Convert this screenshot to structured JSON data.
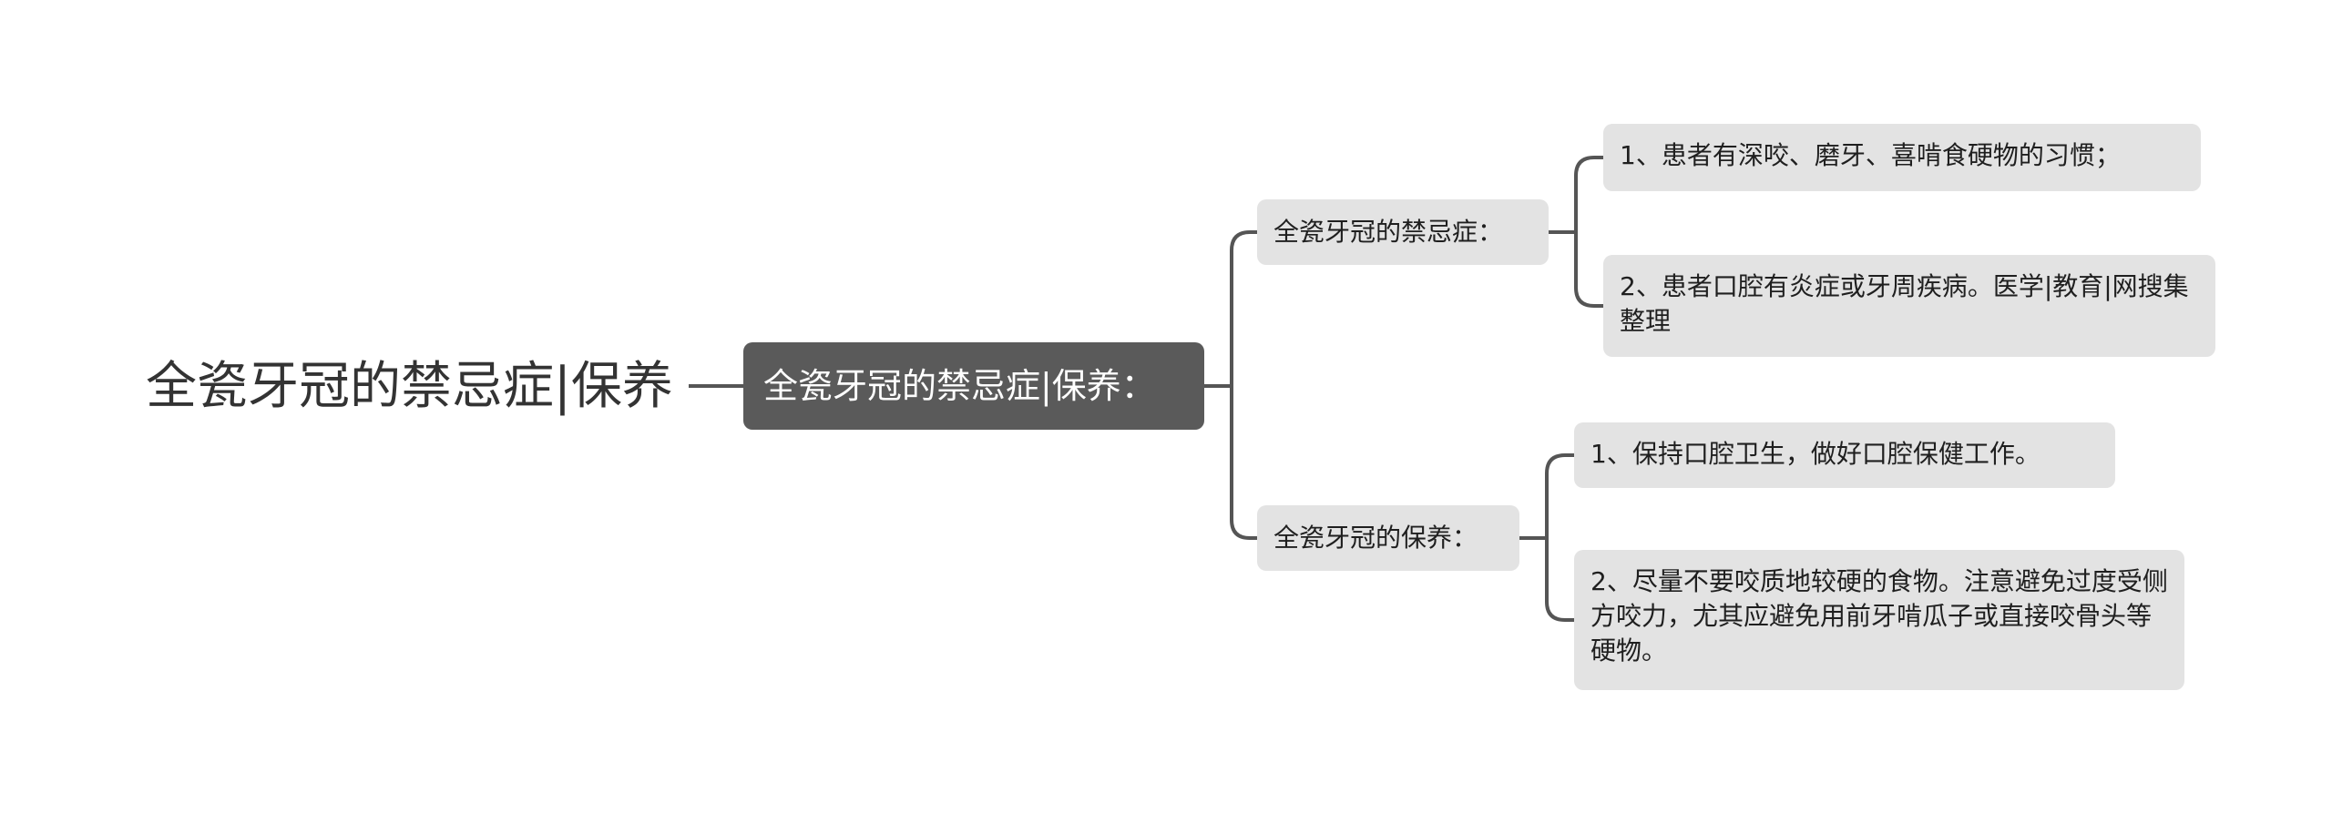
{
  "root": {
    "label": "全瓷牙冠的禁忌症|保养"
  },
  "main": {
    "label": "全瓷牙冠的禁忌症|保养："
  },
  "branches": [
    {
      "label": "全瓷牙冠的禁忌症：",
      "children": [
        {
          "label": "1、患者有深咬、磨牙、喜啃食硬物的习惯；"
        },
        {
          "label": "2、患者口腔有炎症或牙周疾病。医学|教育|网搜集整理"
        }
      ]
    },
    {
      "label": "全瓷牙冠的保养：",
      "children": [
        {
          "label": "1、保持口腔卫生，做好口腔保健工作。"
        },
        {
          "label": "2、尽量不要咬质地较硬的食物。注意避免过度受侧方咬力，尤其应避免用前牙啃瓜子或直接咬骨头等硬物。"
        }
      ]
    }
  ],
  "colors": {
    "connector": "#555555",
    "main_node_bg": "#5a5a5a",
    "branch_node_bg": "#e3e3e3",
    "root_text": "#333333"
  }
}
